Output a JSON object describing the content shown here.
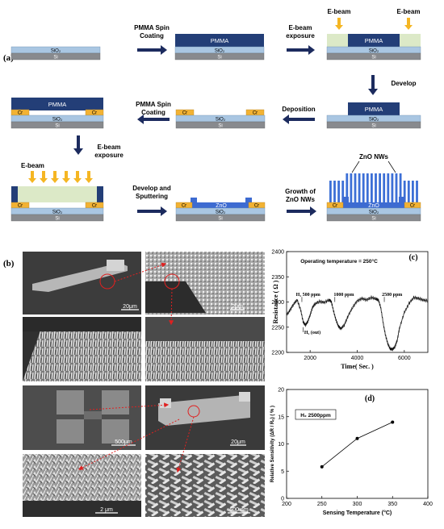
{
  "panel_labels": {
    "a": "(a)",
    "b": "(b)",
    "c": "(c)",
    "d": "(d)"
  },
  "layers": {
    "si": "Si",
    "sio2": "SiO₂",
    "pmma": "PMMA",
    "cr": "Cr",
    "zno": "ZnO"
  },
  "steps": {
    "spin1": "PMMA Spin|Coating",
    "ebeam1": "E-beam|exposure",
    "develop": "Develop",
    "deposition": "Deposition",
    "spin2": "PMMA Spin|Coating",
    "ebeam2": "E-beam|exposure",
    "dev_sputter": "Develop and|Sputtering",
    "growth": "Growth of|ZnO NWs"
  },
  "beam_labels": {
    "ebeam": "E-beam",
    "zno_nws": "ZnO NWs"
  },
  "sem": {
    "scale_1": "20μm",
    "scale_2": "2μm",
    "scale_5": "500μm",
    "scale_6": "20μm",
    "scale_7": "2 μm",
    "scale_8": "500 nm"
  },
  "colors": {
    "si": "#888a8e",
    "sio2": "#a9c6e2",
    "pmma": "#233e77",
    "cr": "#f2b233",
    "zno": "#3d6bd1",
    "nw": "#3c6fd6",
    "exposed": "#dce9c7",
    "arrow": "#1c2b5e",
    "beam": "#f5b623"
  },
  "chart_data": [
    {
      "type": "line",
      "panel": "(c)",
      "annotation": "Operating temperature = 250°C",
      "ylabel": "Resistance ( Ω )",
      "xlabel": "Time( Sec. )",
      "xlim": [
        1000,
        7000
      ],
      "ylim": [
        2200,
        2400
      ],
      "xticks": [
        2000,
        4000,
        6000
      ],
      "yticks": [
        2200,
        2250,
        2300,
        2350,
        2400
      ],
      "labels": [
        {
          "text": "H₂ 500 ppm",
          "x": 1400,
          "y": 2312
        },
        {
          "text": "1000 ppm",
          "x": 3000,
          "y": 2312
        },
        {
          "text": "2500 ppm",
          "x": 5050,
          "y": 2312
        },
        {
          "text": "H₂ (out)",
          "x": 1750,
          "y": 2237
        }
      ],
      "series": [
        {
          "x": [
            1000,
            1150,
            1300,
            1450,
            1600,
            1700,
            1800,
            1900,
            2000,
            2100,
            2200,
            2400,
            2600,
            2800,
            2900,
            3000,
            3100,
            3200,
            3300,
            3450,
            3600,
            3800,
            4000,
            4200,
            4400,
            4600,
            4800,
            4900,
            5000,
            5100,
            5200,
            5300,
            5400,
            5500,
            5600,
            5700,
            5800,
            6000,
            6200,
            6400,
            6600,
            6800,
            7000
          ],
          "values": [
            2275,
            2285,
            2297,
            2305,
            2285,
            2262,
            2255,
            2262,
            2275,
            2290,
            2297,
            2302,
            2300,
            2305,
            2302,
            2282,
            2265,
            2253,
            2248,
            2255,
            2272,
            2290,
            2303,
            2308,
            2305,
            2310,
            2307,
            2305,
            2290,
            2260,
            2235,
            2218,
            2208,
            2207,
            2212,
            2225,
            2250,
            2280,
            2298,
            2310,
            2308,
            2305,
            2303
          ]
        }
      ]
    },
    {
      "type": "line",
      "panel": "(d)",
      "legend": "H₂ 2500ppm",
      "ylabel": "Relative Sensitivity (ΔR / Rₒ) ( % )",
      "xlabel": "Sensing Temperature (°C)",
      "xlim": [
        200,
        400
      ],
      "ylim": [
        0,
        20
      ],
      "xticks": [
        200,
        250,
        300,
        350,
        400
      ],
      "yticks": [
        0,
        5,
        10,
        15,
        20
      ],
      "series": [
        {
          "x": [
            250,
            300,
            350
          ],
          "values": [
            5.8,
            11,
            14
          ]
        }
      ]
    }
  ]
}
